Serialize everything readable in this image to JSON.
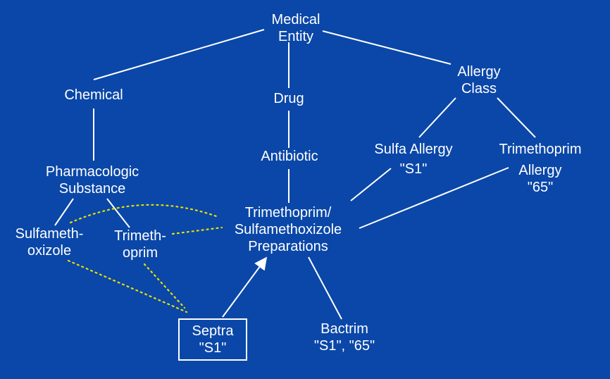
{
  "colors": {
    "background": "#0a47a8",
    "text": "#ffffff",
    "link": "#ffffff",
    "mapping": "#e8e000"
  },
  "nodes": {
    "medical_entity": [
      "Medical",
      "Entity"
    ],
    "chemical": [
      "Chemical"
    ],
    "drug": [
      "Drug"
    ],
    "allergy_class": [
      "Allergy",
      "Class"
    ],
    "pharmacologic_substance": [
      "Pharmacologic",
      "Substance"
    ],
    "antibiotic": [
      "Antibiotic"
    ],
    "sulfa_allergy": [
      "Sulfa Allergy",
      "\"S1\""
    ],
    "trimethoprim_allergy": [
      "Trimethoprim",
      "Allergy",
      "\"65\""
    ],
    "tmp_smx_preparations": [
      "Trimethoprim/",
      "Sulfamethoxizole",
      "Preparations"
    ],
    "sulfamethoxizole": [
      "Sulfameth-",
      "oxizole"
    ],
    "trimethoprim": [
      "Trimeth-",
      "oprim"
    ],
    "septra": [
      "Septra",
      "\"S1\""
    ],
    "bactrim": [
      "Bactrim",
      "\"S1\", \"65\""
    ]
  },
  "edges": [
    {
      "from": "medical_entity",
      "to": "chemical",
      "style": "solid"
    },
    {
      "from": "medical_entity",
      "to": "drug",
      "style": "solid"
    },
    {
      "from": "medical_entity",
      "to": "allergy_class",
      "style": "solid"
    },
    {
      "from": "chemical",
      "to": "pharmacologic_substance",
      "style": "solid"
    },
    {
      "from": "drug",
      "to": "antibiotic",
      "style": "solid"
    },
    {
      "from": "antibiotic",
      "to": "tmp_smx_preparations",
      "style": "solid"
    },
    {
      "from": "allergy_class",
      "to": "sulfa_allergy",
      "style": "solid"
    },
    {
      "from": "allergy_class",
      "to": "trimethoprim_allergy",
      "style": "solid"
    },
    {
      "from": "sulfa_allergy",
      "to": "tmp_smx_preparations",
      "style": "solid"
    },
    {
      "from": "trimethoprim_allergy",
      "to": "tmp_smx_preparations",
      "style": "solid"
    },
    {
      "from": "pharmacologic_substance",
      "to": "sulfamethoxizole",
      "style": "solid"
    },
    {
      "from": "pharmacologic_substance",
      "to": "trimethoprim",
      "style": "solid"
    },
    {
      "from": "tmp_smx_preparations",
      "to": "bactrim",
      "style": "solid"
    },
    {
      "from": "septra",
      "to": "tmp_smx_preparations",
      "style": "arrow"
    },
    {
      "from": "sulfamethoxizole",
      "to": "tmp_smx_preparations",
      "style": "dotted"
    },
    {
      "from": "trimethoprim",
      "to": "tmp_smx_preparations",
      "style": "dotted"
    },
    {
      "from": "sulfamethoxizole",
      "to": "septra",
      "style": "dotted"
    },
    {
      "from": "trimethoprim",
      "to": "septra",
      "style": "dotted"
    }
  ]
}
